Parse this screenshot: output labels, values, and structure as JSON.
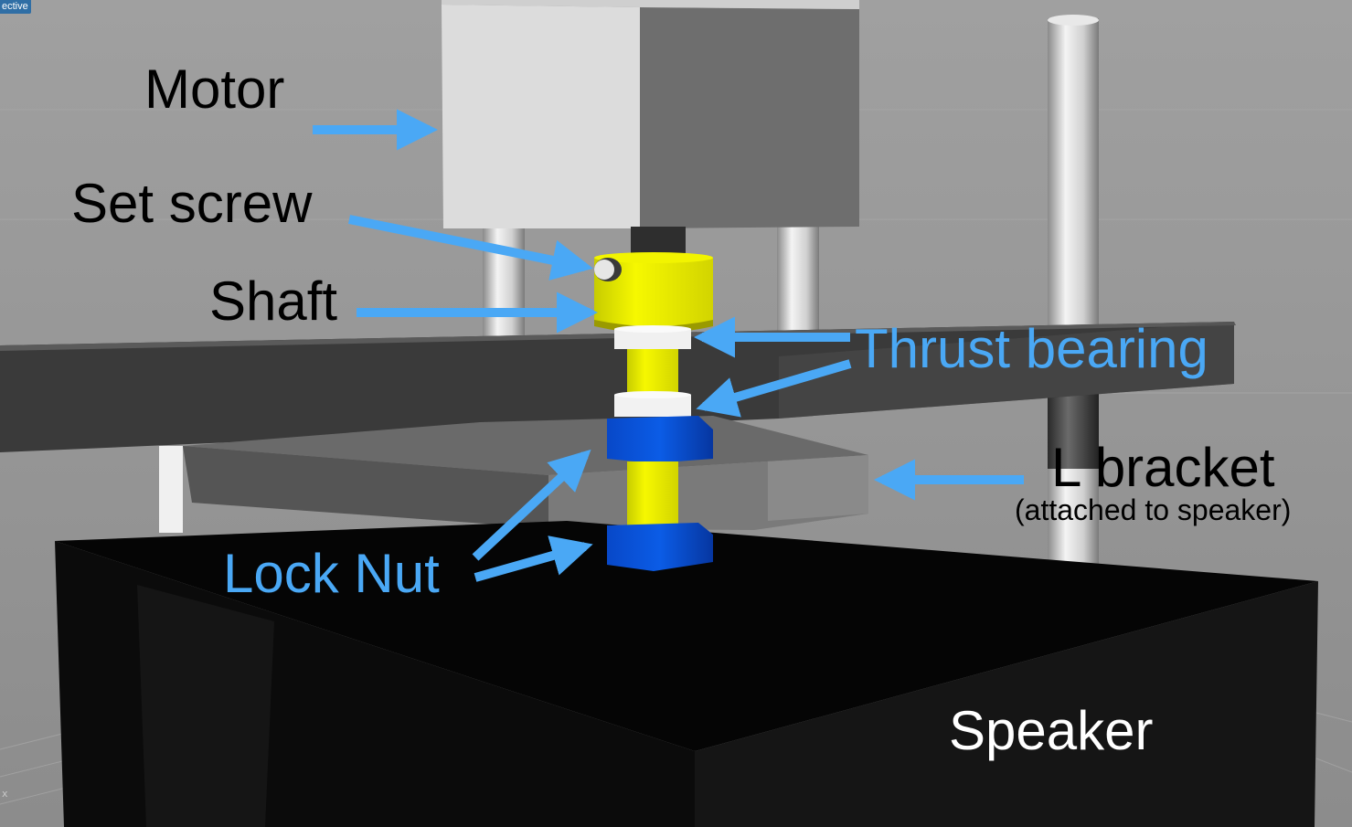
{
  "viewport": {
    "tab_label": "ective",
    "axis_label": "x"
  },
  "labels": {
    "motor": "Motor",
    "set_screw": "Set screw",
    "shaft": "Shaft",
    "thrust_bearing": "Thrust bearing",
    "l_bracket": "L bracket",
    "l_bracket_note": "(attached to speaker)",
    "lock_nut": "Lock Nut",
    "speaker": "Speaker"
  },
  "colors": {
    "background": "#9a9a9a",
    "arrow": "#4aa8f5",
    "shaft": "#e8ec00",
    "lock_nut": "#0a5ae0",
    "motor": "#d8d8d8",
    "speaker": "#0c0c0c"
  }
}
